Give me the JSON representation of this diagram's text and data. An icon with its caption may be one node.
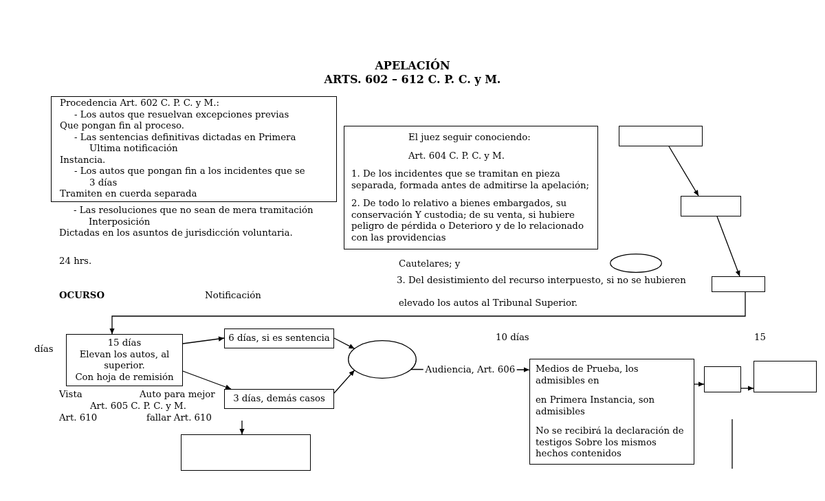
{
  "diagram": {
    "title": "APELACIÓN",
    "nodes": [
      {
        "text": [
          "Procedencia Art. 602 C. P. C. y M.:",
          "- Los autos que resuelvan excepciones previas",
          "Que pongan fin al proceso.",
          "- Las sentencias definitivas dictadas en Primera",
          "Ultima notificación",
          "Instancia.",
          "- Los autos que pongan fin a los incidentes que se",
          "3 días",
          "Tramiten en cuerda separada"
        ]
      },
      {
        "text": [
          "El juez seguir conociendo:",
          "Art. 604 C. P. C. y M.",
          "1. De los incidentes que se tramitan en pieza separada, formada antes de admitirse la apelación;",
          "2. De todo lo relativo a bienes embargados, su conservación Y custodia; de su venta, si hubiere peligro de pérdida o Deterioro y de lo relacionado con las providencias"
        ]
      },
      {
        "text": [],
        "shape": "box"
      },
      {
        "text": [],
        "shape": "box"
      },
      {
        "text": [],
        "shape": "ellipse"
      },
      {
        "text": [],
        "shape": "box"
      },
      {
        "text": [
          "15 días",
          "Elevan los autos, al superior.",
          "Con hoja de remisión"
        ]
      },
      {
        "text": [
          "6 días, si es sentencia"
        ]
      },
      {
        "text": [
          "3 días, demás casos"
        ]
      },
      {
        "text": [],
        "shape": "ellipse"
      },
      {
        "text": [
          "Medios de Prueba, los admisibles en",
          "en Primera Instancia, son admisibles",
          "No se recibirá la declaración de testigos Sobre los mismos hechos contenidos"
        ]
      },
      {
        "text": [],
        "shape": "box"
      },
      {
        "text": [],
        "shape": "box"
      },
      {
        "text": [],
        "shape": "box"
      }
    ],
    "edges": [
      {
        "from": 2,
        "to": 3,
        "arrow": "to"
      },
      {
        "from": 3,
        "to": 5,
        "arrow": "to"
      },
      {
        "from": 5,
        "to": 6,
        "arrow": "to"
      },
      {
        "from": 6,
        "to": 7,
        "arrow": "to"
      },
      {
        "from": 6,
        "to": 8,
        "arrow": "to"
      },
      {
        "from": 7,
        "to": 9,
        "arrow": "to"
      },
      {
        "from": 8,
        "to": 9,
        "arrow": "to"
      },
      {
        "from": 9,
        "to": 10,
        "arrow": "to",
        "label": "Audiencia, Art. 606"
      },
      {
        "from": 10,
        "to": 11,
        "arrow": "to"
      },
      {
        "from": 11,
        "to": 12,
        "arrow": "to"
      },
      {
        "from": null,
        "to": 13,
        "arrow": "to"
      }
    ],
    "labels": [
      "ARTS. 602 – 612 C. P. C. y M.",
      "- Las resoluciones que no sean de mera tramitación",
      "Interposición",
      "Dictadas en los asuntos de jurisdicción voluntaria.",
      "24 hrs.",
      "Cautelares; y",
      "3. Del desistimiento del recurso interpuesto, si no se hubieren",
      "OCURSO",
      "Notificación",
      "elevado los autos al Tribunal Superior.",
      "10 días",
      "15",
      "días",
      "Vista",
      "Auto para mejor",
      "Art. 605 C. P. C. y M.",
      "Art. 610",
      "fallar Art. 610"
    ]
  }
}
